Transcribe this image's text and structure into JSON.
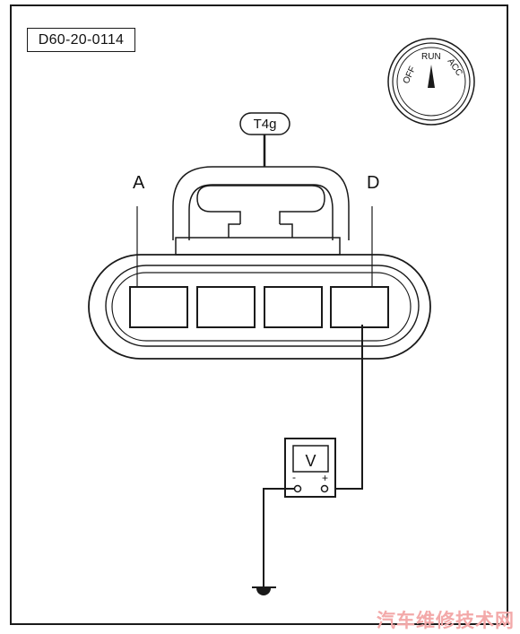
{
  "diagram": {
    "code": "D60-20-0114",
    "connector_label": "T4g",
    "pin_a_label": "A",
    "pin_d_label": "D",
    "meter_symbol": "V",
    "meter_minus": "-",
    "meter_plus": "+",
    "ignition": {
      "off": "OFF",
      "run": "RUN",
      "acc": "ACC"
    }
  },
  "watermark": "汽车维修技术网"
}
